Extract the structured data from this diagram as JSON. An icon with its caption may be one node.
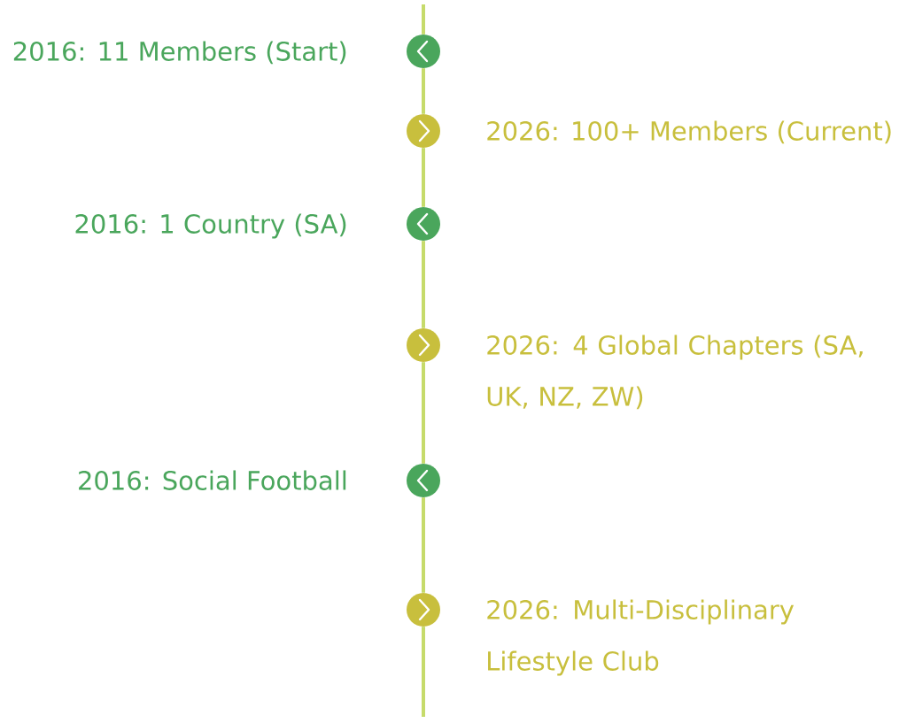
{
  "diagram": {
    "nodes": [
      {
        "text": [],
        "shape": "circle",
        "beside": [
          "2016: 11 Members (Start)"
        ]
      },
      {
        "text": [],
        "shape": "circle",
        "beside": [
          "2026: 100+ Members (Current)"
        ]
      },
      {
        "text": [],
        "shape": "circle",
        "beside": [
          "2016: 1 Country (SA)"
        ]
      },
      {
        "text": [],
        "shape": "circle",
        "beside": [
          "2026: 4 Global Chapters (SA, UK, NZ, ZW)"
        ]
      },
      {
        "text": [],
        "shape": "circle",
        "beside": [
          "2016: Social Football"
        ]
      },
      {
        "text": [],
        "shape": "circle",
        "beside": [
          "2026: Multi-Disciplinary Lifestyle Club"
        ]
      }
    ],
    "edges": [
      {
        "from": null,
        "to": 0,
        "arrow": "none"
      },
      {
        "from": 0,
        "to": 1,
        "arrow": "none"
      },
      {
        "from": 1,
        "to": 2,
        "arrow": "none"
      },
      {
        "from": 2,
        "to": 3,
        "arrow": "none"
      },
      {
        "from": 3,
        "to": 4,
        "arrow": "none"
      },
      {
        "from": 4,
        "to": 5,
        "arrow": "none"
      },
      {
        "from": 5,
        "to": null,
        "arrow": "none"
      }
    ]
  }
}
